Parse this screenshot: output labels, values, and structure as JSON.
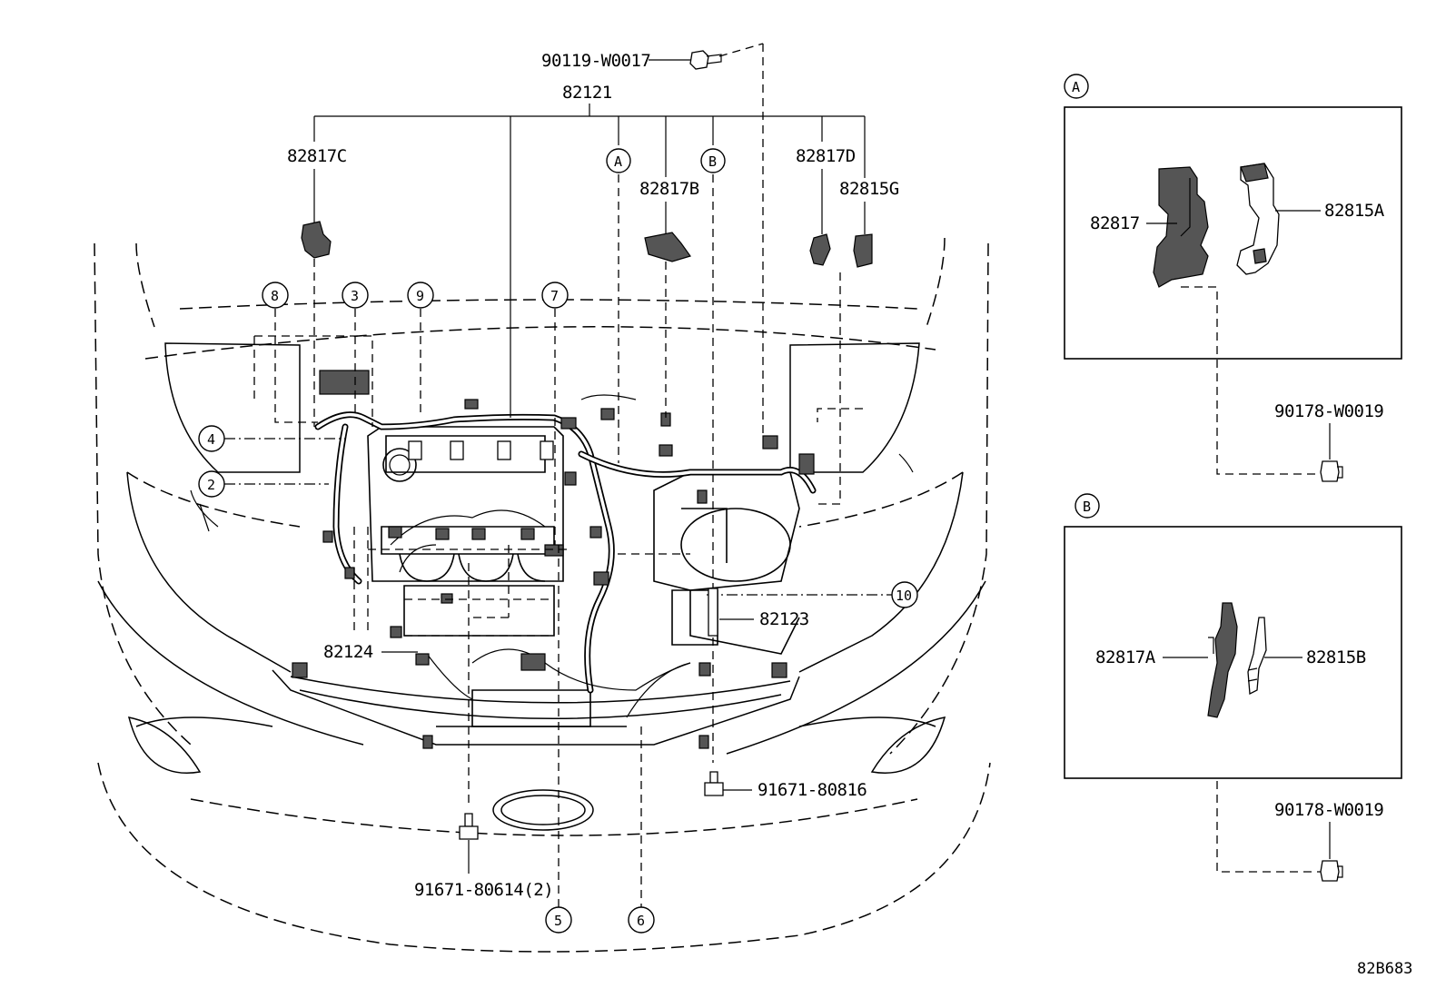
{
  "diagram": {
    "part_numbers": {
      "harness_main": "82121",
      "bolt_top": "90119-W0017",
      "clamp_c": "82817C",
      "block_b": "82817B",
      "clamp_d": "82817D",
      "cover_g": "82815G",
      "harness_82124": "82124",
      "harness_82123": "82123",
      "bolt_right": "91671-80816",
      "bolt_bottom": "91671-80614(2)"
    },
    "callouts": [
      "8",
      "3",
      "9",
      "7",
      "4",
      "2",
      "10",
      "5",
      "6"
    ],
    "letters": {
      "a": "A",
      "b": "B"
    },
    "inset_a": {
      "letter": "A",
      "part_left": "82817",
      "part_right": "82815A",
      "clip": "90178-W0019"
    },
    "inset_b": {
      "letter": "B",
      "part_left": "82817A",
      "part_right": "82815B",
      "clip": "90178-W0019"
    },
    "diagram_code": "82B683"
  }
}
